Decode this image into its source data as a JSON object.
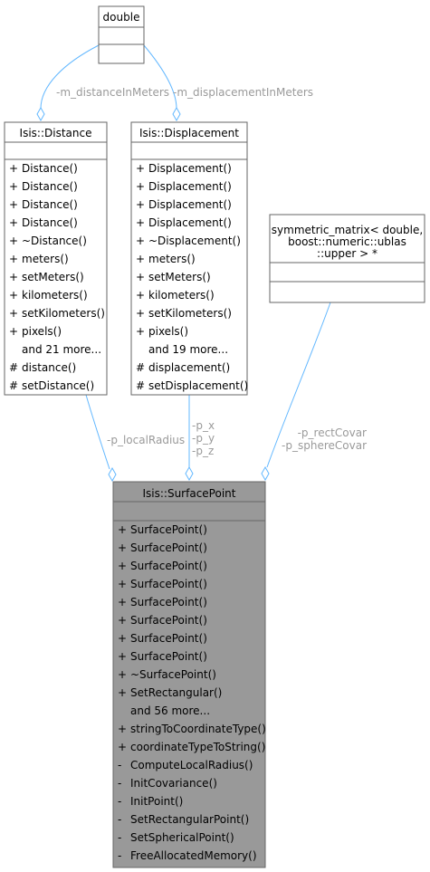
{
  "colors": {
    "edge": "#63b8ff",
    "box_border": "#666666",
    "box_fill": "#ffffff",
    "highlight_fill": "#999999",
    "edge_label": "#9a9a9a",
    "text": "#000000"
  },
  "nodes": {
    "double": {
      "title": [
        "double"
      ],
      "members": []
    },
    "distance": {
      "title": [
        "Isis::Distance"
      ],
      "members": [
        {
          "vis": "+",
          "name": "Distance()"
        },
        {
          "vis": "+",
          "name": "Distance()"
        },
        {
          "vis": "+",
          "name": "Distance()"
        },
        {
          "vis": "+",
          "name": "Distance()"
        },
        {
          "vis": "+",
          "name": "~Distance()"
        },
        {
          "vis": "+",
          "name": "meters()"
        },
        {
          "vis": "+",
          "name": "setMeters()"
        },
        {
          "vis": "+",
          "name": "kilometers()"
        },
        {
          "vis": "+",
          "name": "setKilometers()"
        },
        {
          "vis": "+",
          "name": "pixels()"
        },
        {
          "vis": "",
          "name": "and 21 more..."
        },
        {
          "vis": "#",
          "name": "distance()"
        },
        {
          "vis": "#",
          "name": "setDistance()"
        }
      ]
    },
    "displacement": {
      "title": [
        "Isis::Displacement"
      ],
      "members": [
        {
          "vis": "+",
          "name": "Displacement()"
        },
        {
          "vis": "+",
          "name": "Displacement()"
        },
        {
          "vis": "+",
          "name": "Displacement()"
        },
        {
          "vis": "+",
          "name": "Displacement()"
        },
        {
          "vis": "+",
          "name": "~Displacement()"
        },
        {
          "vis": "+",
          "name": "meters()"
        },
        {
          "vis": "+",
          "name": "setMeters()"
        },
        {
          "vis": "+",
          "name": "kilometers()"
        },
        {
          "vis": "+",
          "name": "setKilometers()"
        },
        {
          "vis": "+",
          "name": "pixels()"
        },
        {
          "vis": "",
          "name": "and 19 more..."
        },
        {
          "vis": "#",
          "name": "displacement()"
        },
        {
          "vis": "#",
          "name": "setDisplacement()"
        }
      ]
    },
    "matrix": {
      "title": [
        "symmetric_matrix< double,",
        "boost::numeric::ublas",
        "::upper > *"
      ],
      "members": []
    },
    "surfacepoint": {
      "title": [
        "Isis::SurfacePoint"
      ],
      "members": [
        {
          "vis": "+",
          "name": "SurfacePoint()"
        },
        {
          "vis": "+",
          "name": "SurfacePoint()"
        },
        {
          "vis": "+",
          "name": "SurfacePoint()"
        },
        {
          "vis": "+",
          "name": "SurfacePoint()"
        },
        {
          "vis": "+",
          "name": "SurfacePoint()"
        },
        {
          "vis": "+",
          "name": "SurfacePoint()"
        },
        {
          "vis": "+",
          "name": "SurfacePoint()"
        },
        {
          "vis": "+",
          "name": "SurfacePoint()"
        },
        {
          "vis": "+",
          "name": "~SurfacePoint()"
        },
        {
          "vis": "+",
          "name": "SetRectangular()"
        },
        {
          "vis": "",
          "name": "and 56 more..."
        },
        {
          "vis": "+",
          "name": "stringToCoordinateType()"
        },
        {
          "vis": "+",
          "name": "coordinateTypeToString()"
        },
        {
          "vis": "-",
          "name": "ComputeLocalRadius()"
        },
        {
          "vis": "-",
          "name": "InitCovariance()"
        },
        {
          "vis": "-",
          "name": "InitPoint()"
        },
        {
          "vis": "-",
          "name": "SetRectangularPoint()"
        },
        {
          "vis": "-",
          "name": "SetSphericalPoint()"
        },
        {
          "vis": "-",
          "name": "FreeAllocatedMemory()"
        }
      ]
    }
  },
  "edges": {
    "m_distanceInMeters": [
      "-m_distanceInMeters"
    ],
    "m_displacementInMeters": [
      "-m_displacementInMeters"
    ],
    "p_localRadius": [
      "-p_localRadius"
    ],
    "p_xyz": [
      "-p_x",
      "-p_y",
      "-p_z"
    ],
    "p_covar": [
      "-p_rectCovar",
      "-p_sphereCovar"
    ]
  }
}
